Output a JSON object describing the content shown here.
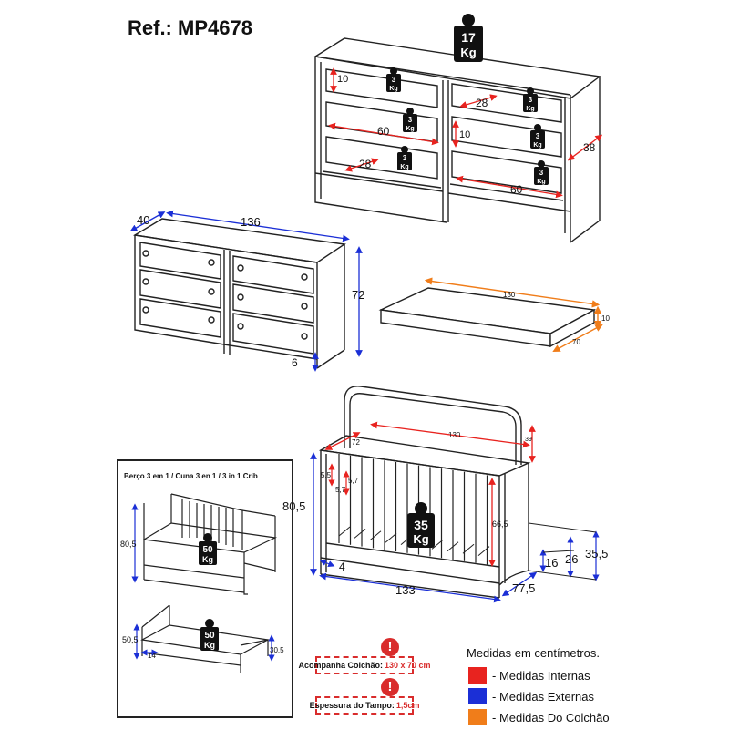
{
  "reference": "Ref.: MP4678",
  "weights": {
    "top": {
      "value": "17",
      "unit": "Kg"
    },
    "drawer": {
      "value": "3",
      "unit": "Kg"
    },
    "crib": {
      "value": "35",
      "unit": "Kg"
    },
    "bed": {
      "value": "50",
      "unit": "Kg"
    }
  },
  "dresser_internal": {
    "drawer_height": "10",
    "drawer_depth": "28",
    "drawer_width": "60",
    "side_depth": "38"
  },
  "dresser_external": {
    "depth": "40",
    "width": "136",
    "height": "72",
    "foot": "6"
  },
  "mattress": {
    "length": "130",
    "width": "70",
    "height": "10"
  },
  "crib": {
    "inner_length": "130",
    "inner_width": "72",
    "inner_back": "39",
    "slat_gap_a": "5,5",
    "slat_gap_b": "5,7",
    "slat_gap_c": "5,7",
    "inner_height": "66,5",
    "total_height": "80,5",
    "base": "4",
    "length": "133",
    "depth": "77,5",
    "drawer_h": "16",
    "drawer_h2": "26",
    "drawer_h3": "35,5"
  },
  "convertible": {
    "title": "Berço 3 em 1 / Cuna 3 en 1 / 3 in 1 Crib",
    "sofa_height": "80,5",
    "bed_height": "50,5",
    "bed_low": "14",
    "bed_foot": "30,5"
  },
  "notes": {
    "mattress_label": "Acompanha Colchão:",
    "mattress_value": "130 x 70 cm",
    "top_label": "Espessura do Tampo:",
    "top_value": "1,5cm",
    "warn_symbol": "!"
  },
  "legend": {
    "title": "Medidas em centímetros.",
    "items": [
      {
        "label": "- Medidas Internas",
        "color": "#e8231f"
      },
      {
        "label": "- Medidas Externas",
        "color": "#1b2fd6"
      },
      {
        "label": "- Medidas Do Colchão",
        "color": "#f07d1a"
      }
    ]
  }
}
